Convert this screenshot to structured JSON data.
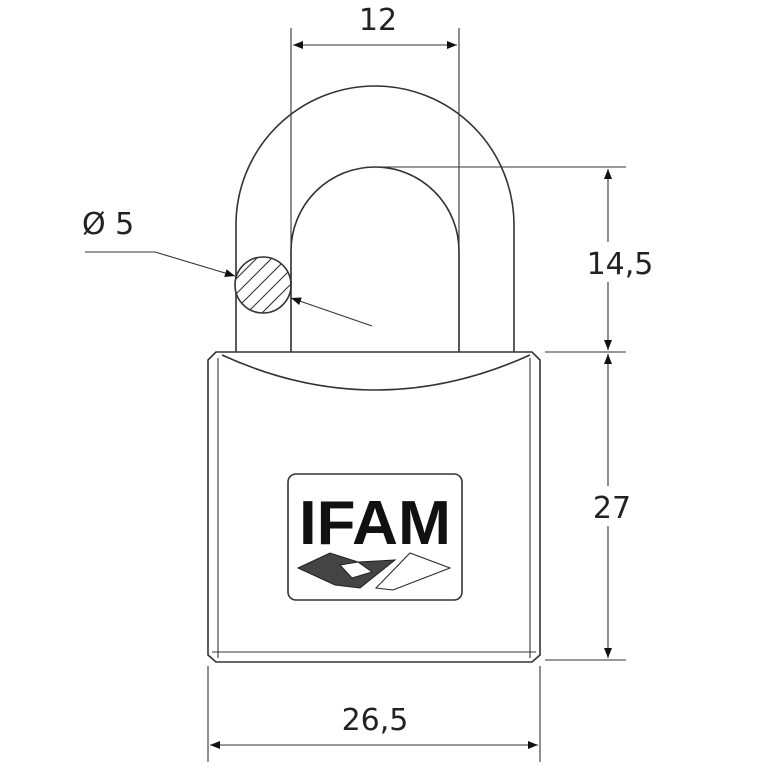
{
  "drawing": {
    "subject": "padlock",
    "logo_text": "IFAM",
    "dimensions": {
      "shackle_inner_width": "12",
      "shackle_diameter": "Ø 5",
      "shackle_clearance": "14,5",
      "body_height": "27",
      "body_width": "26,5"
    }
  },
  "colors": {
    "line": "#333333",
    "background": "#ffffff"
  }
}
